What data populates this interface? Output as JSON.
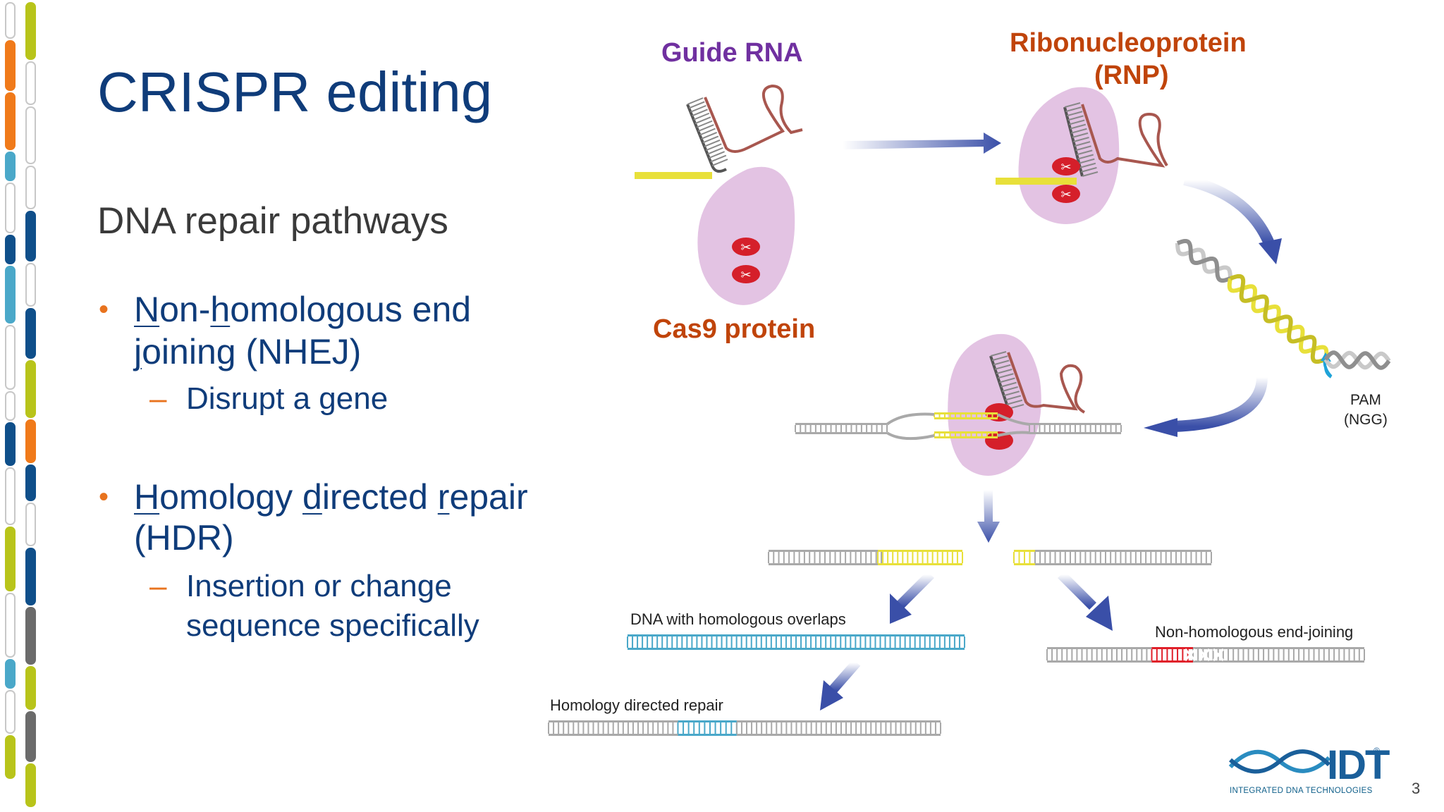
{
  "slide": {
    "title": "CRISPR editing",
    "subtitle": "DNA repair pathways",
    "bullets": [
      {
        "line1_parts": [
          "N",
          "on-",
          "h",
          "omologous end"
        ],
        "line2_parts": [
          "j",
          "oining (NHEJ)"
        ],
        "sub": [
          "Disrupt a gene"
        ]
      },
      {
        "line1_parts": [
          "H",
          "omology ",
          "d",
          "irected ",
          "r",
          "epair"
        ],
        "line2_parts": [
          "(HDR)"
        ],
        "sub": [
          "Insertion or change",
          "sequence specifically"
        ]
      }
    ],
    "page_number": "3"
  },
  "diagram": {
    "guide_rna_label": "Guide RNA",
    "rnp_label_line1": "Ribonucleoprotein",
    "rnp_label_line2": "(RNP)",
    "cas9_label": "Cas9 protein",
    "pam_line1": "PAM",
    "pam_line2": "(NGG)",
    "hdr_template_label": "DNA with homologous overlaps",
    "nhej_label": "Non-homologous end-joining",
    "hdr_label": "Homology directed repair",
    "colors": {
      "title_blue": "#0f3c7a",
      "bullet_orange": "#e8731e",
      "guide_rna_purple": "#7030a0",
      "rnp_orange": "#c0440a",
      "protein_pink": "#e3c3e3",
      "arrow_blue": "#3a4fa8",
      "dna_grey": "#a9a9a9",
      "dna_yellow": "#e8e03a",
      "template_teal": "#4aa8c9",
      "indel_red": "#e0202a"
    }
  },
  "logo": {
    "text": "IDT",
    "subtext": "INTEGRATED DNA TECHNOLOGIES",
    "mark": "trademark-symbol"
  }
}
